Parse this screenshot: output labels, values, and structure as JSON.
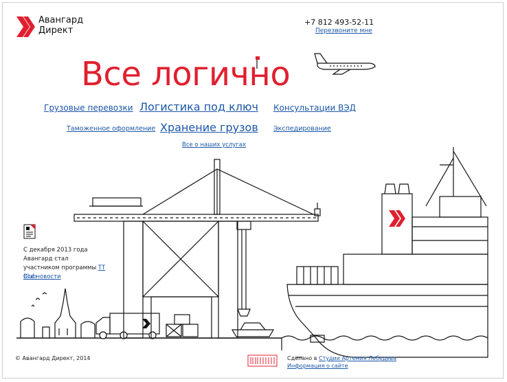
{
  "header": {
    "logo": {
      "line1": "Авангард",
      "line2": "Директ"
    },
    "phone": "+7 812 493-52-11",
    "callback_label": "Перезвоните мне"
  },
  "hero": {
    "title": "Все логично"
  },
  "services": {
    "row1": [
      "Грузовые перевозки",
      "Логистика под ключ",
      "Консультации ВЭД"
    ],
    "row2": [
      "Таможенное оформление",
      "Хранение грузов",
      "Экспедирование"
    ],
    "all_label": "Все о наших услугах"
  },
  "news": {
    "text_before": "С декабря 2013 года Авангард стал участником программы ",
    "link": "TT Club",
    "all_label": "Все новости"
  },
  "footer": {
    "copyright": "© Авангард Директ, 2014",
    "made_prefix": "Сделано в ",
    "studio_link": "Студии Артемия Лебедева",
    "info_link": "Информация о сайте"
  },
  "colors": {
    "brand_red": "#e0202f",
    "link_blue": "#1a56a8",
    "line": "#111111"
  },
  "icons": [
    "logo-chevron-icon",
    "news-document-icon",
    "studio-barcode-icon"
  ]
}
